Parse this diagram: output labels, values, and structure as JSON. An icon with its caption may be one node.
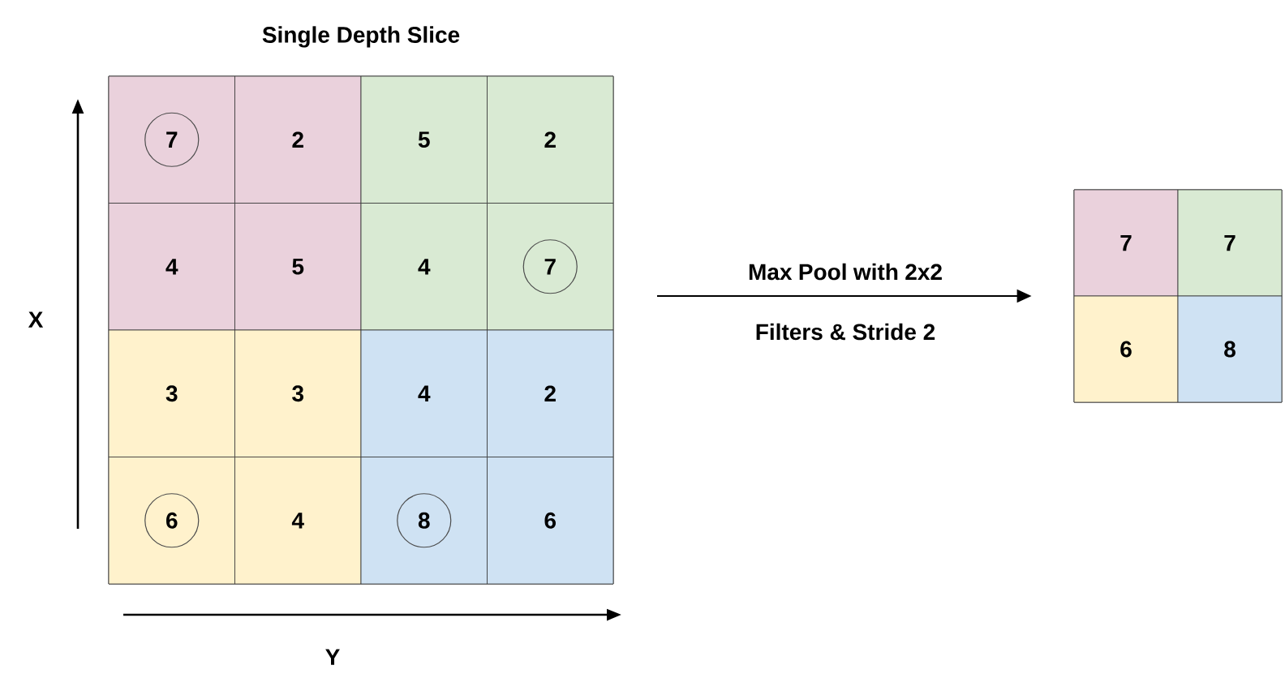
{
  "diagram": {
    "nodes": [
      {
        "text": [
          "Single Depth Slice"
        ]
      },
      {
        "text": [
          "7"
        ],
        "in": 0
      },
      {
        "text": [
          "2"
        ],
        "in": 0
      },
      {
        "text": [
          "5"
        ],
        "in": 0
      },
      {
        "text": [
          "2"
        ],
        "in": 0
      },
      {
        "text": [
          "4"
        ],
        "in": 0
      },
      {
        "text": [
          "5"
        ],
        "in": 0
      },
      {
        "text": [
          "4"
        ],
        "in": 0
      },
      {
        "text": [
          "7"
        ],
        "in": 0
      },
      {
        "text": [
          "3"
        ],
        "in": 0
      },
      {
        "text": [
          "3"
        ],
        "in": 0
      },
      {
        "text": [
          "4"
        ],
        "in": 0
      },
      {
        "text": [
          "2"
        ],
        "in": 0
      },
      {
        "text": [
          "6"
        ],
        "in": 0
      },
      {
        "text": [
          "4"
        ],
        "in": 0
      },
      {
        "text": [
          "8"
        ],
        "in": 0
      },
      {
        "text": [
          "6"
        ],
        "in": 0
      },
      {
        "text": [],
        "shape": "box"
      },
      {
        "text": [
          "7"
        ],
        "in": 17
      },
      {
        "text": [
          "7"
        ],
        "in": 17
      },
      {
        "text": [
          "6"
        ],
        "in": 17
      },
      {
        "text": [
          "8"
        ],
        "in": 17
      }
    ],
    "edges": [
      {
        "from": null,
        "to": 17,
        "arrow": "to",
        "label": "Max Pool with 2x2 Filters & Stride 2"
      }
    ],
    "labels": [
      "X",
      "Y"
    ]
  }
}
